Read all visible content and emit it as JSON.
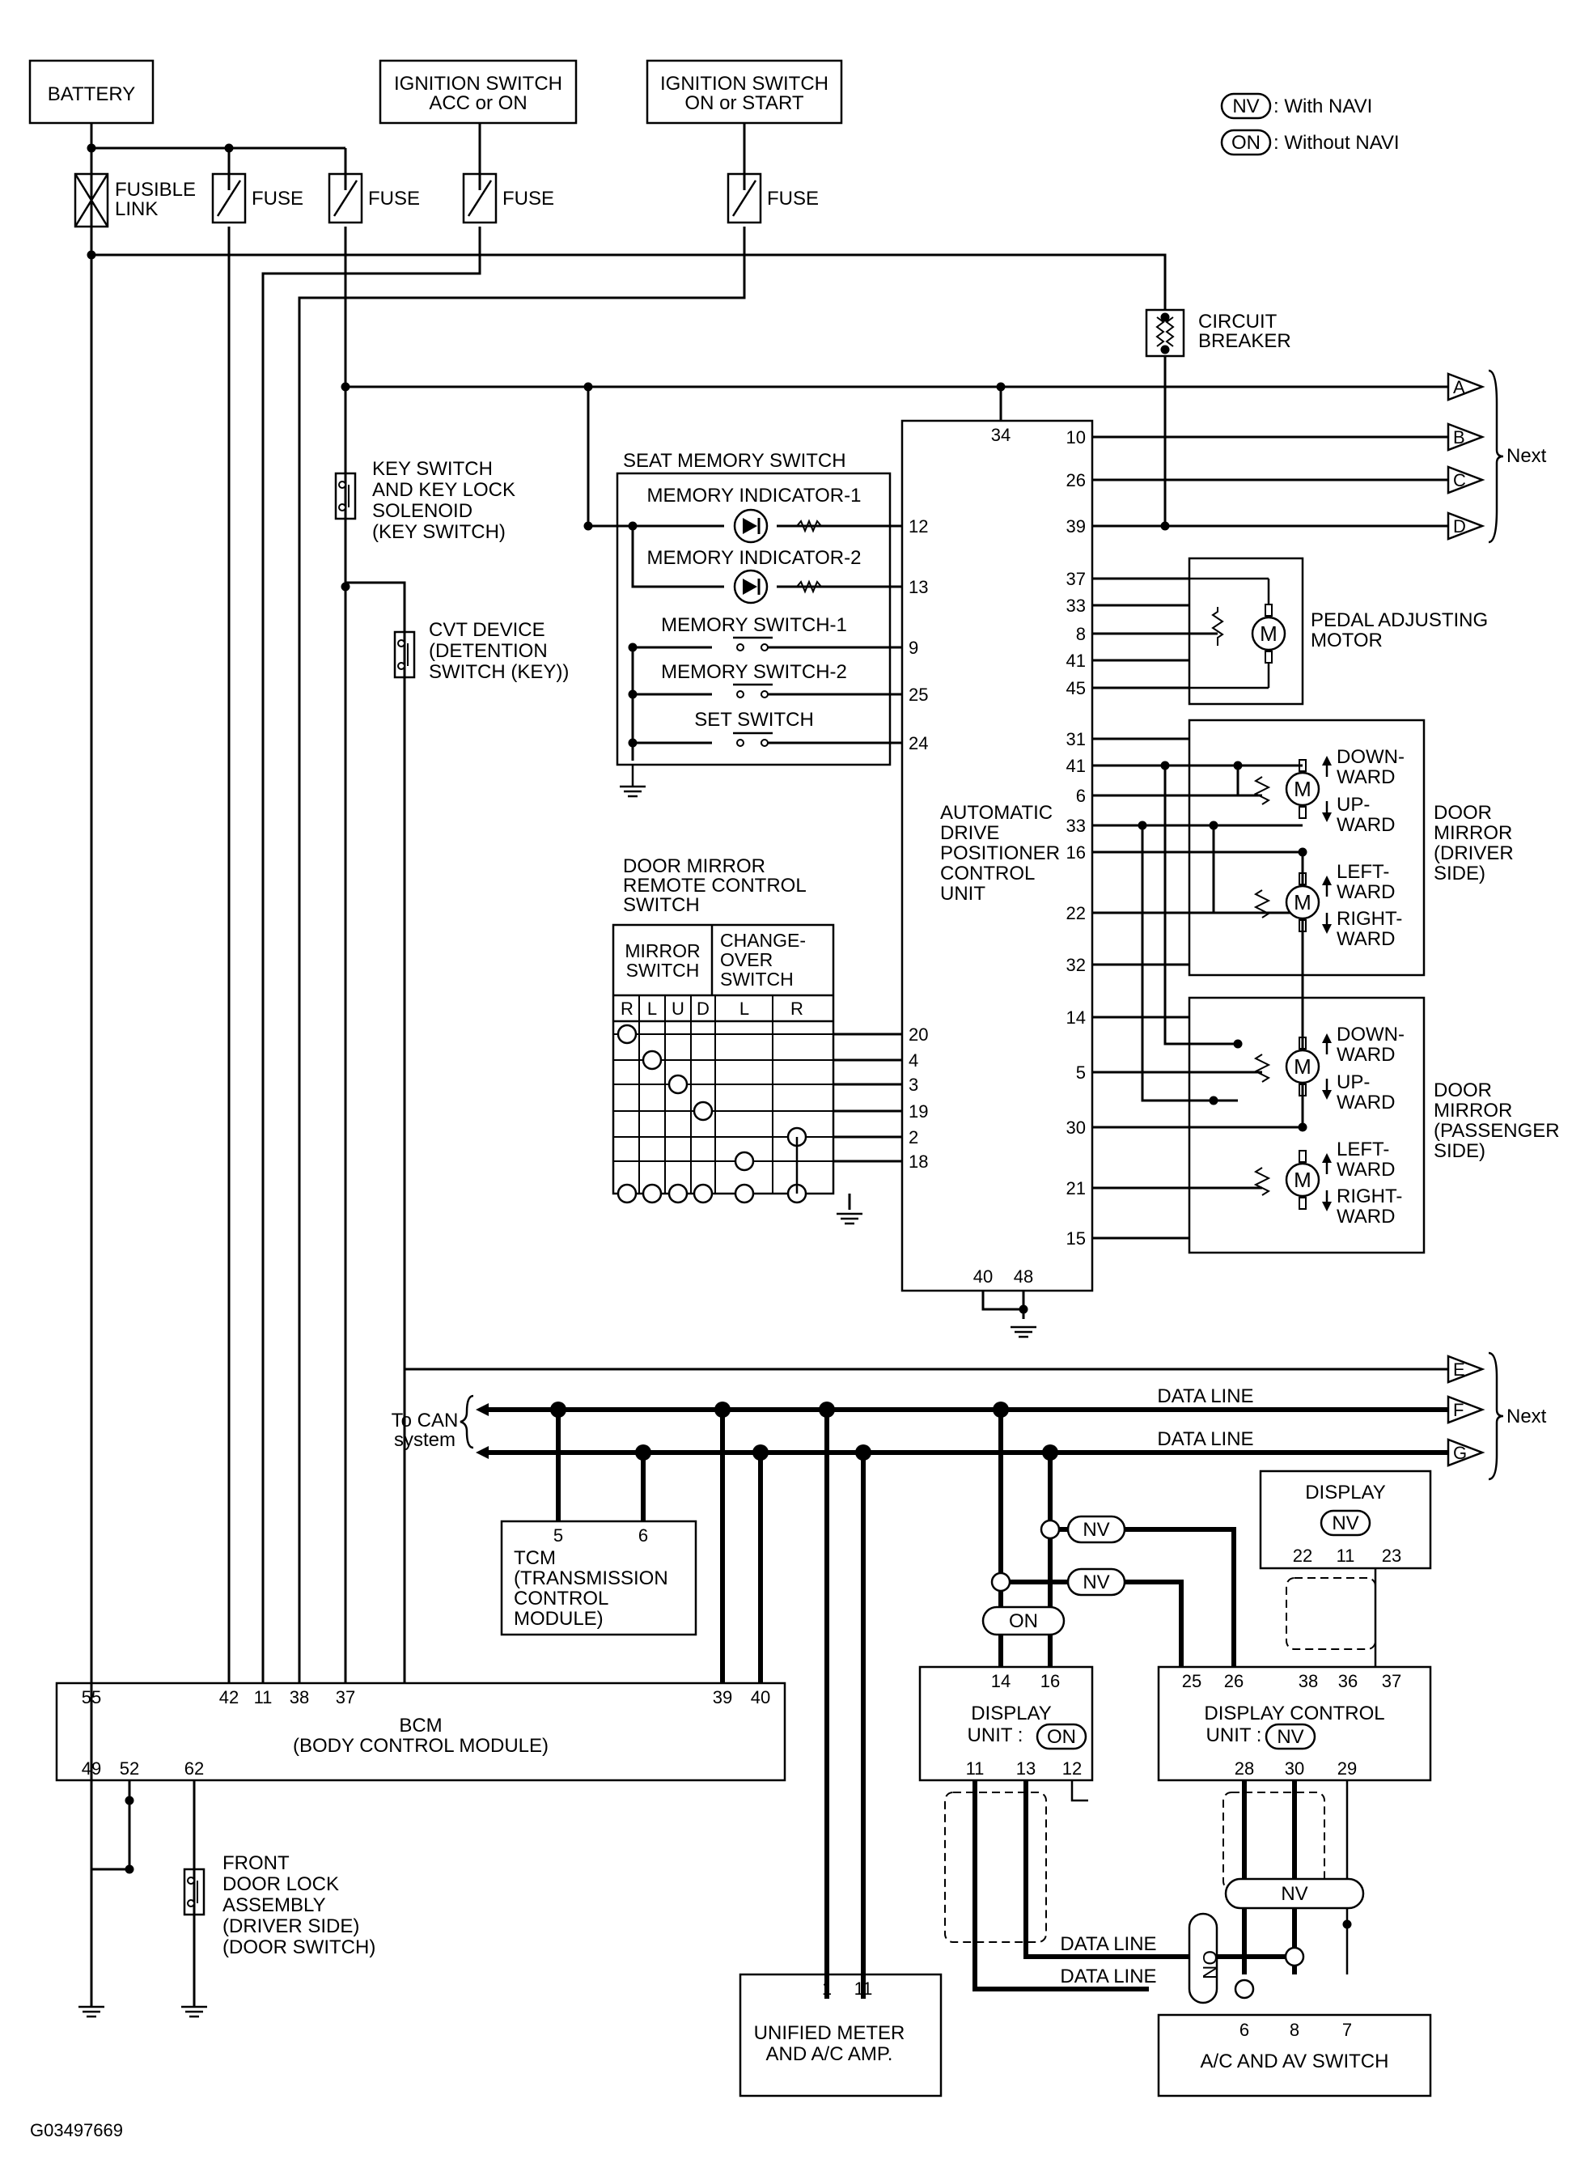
{
  "sources": {
    "battery": "BATTERY",
    "ign_acc": [
      "IGNITION SWITCH",
      "ACC or ON"
    ],
    "ign_start": [
      "IGNITION SWITCH",
      "ON or START"
    ],
    "fusible_link": [
      "FUSIBLE",
      "LINK"
    ],
    "fuse": "FUSE",
    "circuit_breaker": [
      "CIRCUIT",
      "BREAKER"
    ]
  },
  "legend": {
    "nv_tag": "NV",
    "nv_desc": ": With NAVI",
    "on_tag": "ON",
    "on_desc": ": Without NAVI"
  },
  "switches": {
    "key_switch": [
      "KEY SWITCH",
      "AND KEY LOCK",
      "SOLENOID",
      "(KEY SWITCH)"
    ],
    "cvt": [
      "CVT DEVICE",
      "(DETENTION",
      "SWITCH (KEY))"
    ],
    "door_lock": [
      "FRONT",
      "DOOR LOCK",
      "ASSEMBLY",
      "(DRIVER SIDE)",
      "(DOOR SWITCH)"
    ]
  },
  "seat_memory": {
    "title": "SEAT MEMORY SWITCH",
    "indicator1": "MEMORY INDICATOR-1",
    "indicator2": "MEMORY INDICATOR-2",
    "switch1": "MEMORY SWITCH-1",
    "switch2": "MEMORY SWITCH-2",
    "set": "SET SWITCH"
  },
  "mirror_switch": {
    "title": [
      "DOOR MIRROR",
      "REMOTE CONTROL",
      "SWITCH"
    ],
    "mirror": [
      "MIRROR",
      "SWITCH"
    ],
    "changeover": [
      "CHANGE-",
      "OVER",
      "SWITCH"
    ],
    "cols": [
      "R",
      "L",
      "U",
      "D",
      "L",
      "R"
    ]
  },
  "adp": {
    "name": [
      "AUTOMATIC",
      "DRIVE",
      "POSITIONER",
      "CONTROL",
      "UNIT"
    ],
    "pins_top": [
      "34"
    ],
    "pins_left": [
      "12",
      "13",
      "9",
      "25",
      "24",
      "20",
      "4",
      "3",
      "19",
      "2",
      "18"
    ],
    "pins_right": [
      "10",
      "26",
      "39",
      "37",
      "33",
      "8",
      "41",
      "45",
      "31",
      "41",
      "6",
      "33",
      "16",
      "22",
      "32",
      "14",
      "5",
      "30",
      "21",
      "15"
    ],
    "pins_bottom": [
      "40",
      "48"
    ]
  },
  "pedal_motor": [
    "PEDAL ADJUSTING",
    "MOTOR"
  ],
  "mirror_motor": {
    "motor_glyph": "M",
    "down": [
      "DOWN-",
      "WARD"
    ],
    "up": [
      "UP-",
      "WARD"
    ],
    "left": [
      "LEFT-",
      "WARD"
    ],
    "right": [
      "RIGHT-",
      "WARD"
    ],
    "driver": [
      "DOOR",
      "MIRROR",
      "(DRIVER",
      "SIDE)"
    ],
    "passenger": [
      "DOOR",
      "MIRROR",
      "(PASSENGER",
      "SIDE)"
    ]
  },
  "connectors": {
    "next_top": [
      "A",
      "B",
      "C",
      "D"
    ],
    "next_bottom": [
      "E",
      "F",
      "G"
    ],
    "next_label": "Next"
  },
  "can": {
    "to_can": [
      "To CAN",
      "system"
    ],
    "data_line": "DATA LINE"
  },
  "tcm": {
    "name": [
      "TCM",
      "(TRANSMISSION",
      "CONTROL",
      "MODULE)"
    ],
    "pins": [
      "5",
      "6"
    ]
  },
  "bcm": {
    "name": [
      "BCM",
      "(BODY CONTROL MODULE)"
    ],
    "pins_top": [
      "55",
      "42",
      "11",
      "38",
      "37",
      "39",
      "40"
    ],
    "pins_bottom": [
      "49",
      "52",
      "62"
    ]
  },
  "display": {
    "title": "DISPLAY",
    "pins": [
      "22",
      "11",
      "23"
    ]
  },
  "display_unit": {
    "name": [
      "DISPLAY",
      "UNIT :"
    ],
    "pins_top": [
      "14",
      "16"
    ],
    "pins_bottom": [
      "11",
      "13",
      "12"
    ]
  },
  "display_control": {
    "name": [
      "DISPLAY CONTROL",
      "UNIT :"
    ],
    "pins_top": [
      "25",
      "26",
      "38",
      "36",
      "37"
    ],
    "pins_bottom": [
      "28",
      "30",
      "29"
    ]
  },
  "meter": {
    "name": [
      "UNIFIED METER",
      "AND A/C AMP."
    ],
    "pins": [
      "1",
      "11"
    ]
  },
  "av_switch": {
    "name": "A/C AND AV SWITCH",
    "pins": [
      "6",
      "8",
      "7"
    ]
  },
  "figure_id": "G03497669"
}
